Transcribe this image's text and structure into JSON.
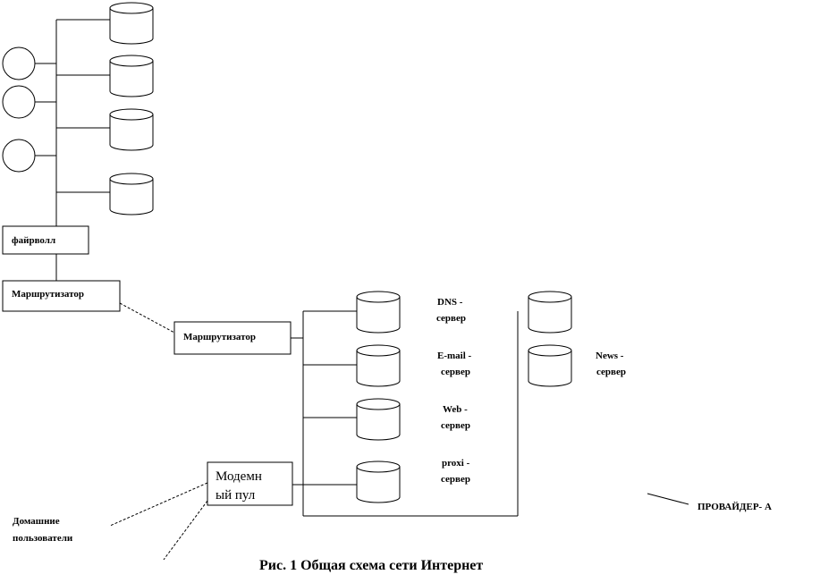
{
  "labels": {
    "firewall": "файрволл",
    "router_a": "Маршрутизатор",
    "router_b": "Маршрутизатор",
    "modem_line1": "Модемн",
    "modem_line2": "ый пул",
    "dns_line1": "DNS -",
    "dns_line2": "сервер",
    "email_line1": "E-mail  -",
    "email_line2": "сервер",
    "web_line1": "Web -",
    "web_line2": "сервер",
    "proxy_line1": "proxi -",
    "proxy_line2": "сервер",
    "news_line1": "News -",
    "news_line2": "сервер",
    "home_users_line1": "Домашние",
    "home_users_line2": "пользователи",
    "provider": "ПРОВАЙДЕР-  А"
  },
  "caption": "Рис. 1 Общая схема сети Интернет"
}
